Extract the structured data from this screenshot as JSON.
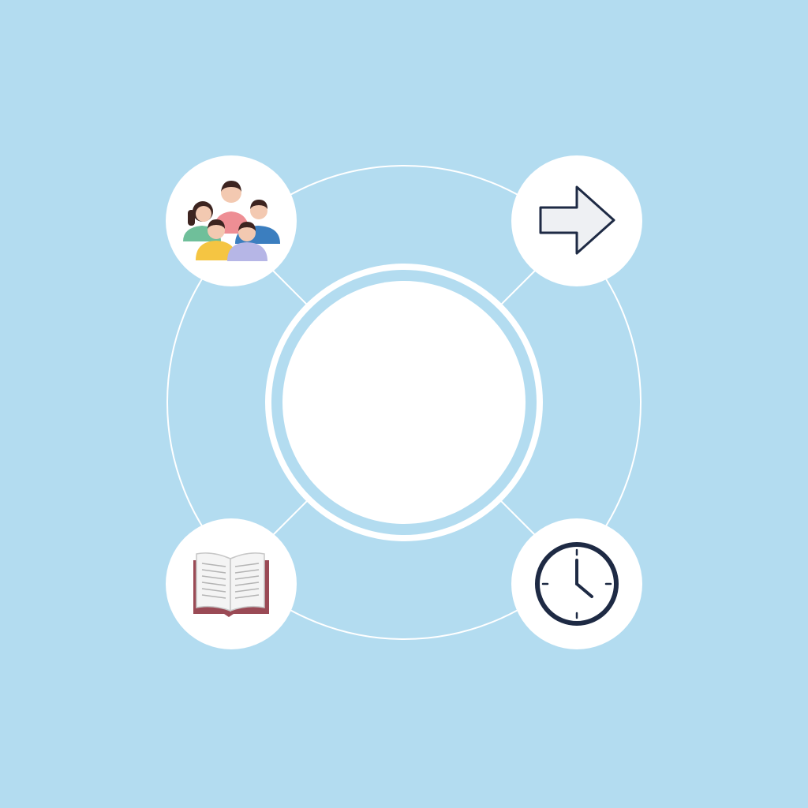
{
  "colors": {
    "background": "#b3dcf0",
    "circle_fill": "#ffffff",
    "connector": "#ffffff",
    "icon_dark": "#1e2a44"
  },
  "diagram": {
    "center": {
      "label": ""
    },
    "nodes": [
      {
        "id": "top-left",
        "icon": "people-group-icon"
      },
      {
        "id": "top-right",
        "icon": "arrow-right-icon"
      },
      {
        "id": "bottom-left",
        "icon": "open-book-icon"
      },
      {
        "id": "bottom-right",
        "icon": "clock-icon"
      }
    ]
  }
}
